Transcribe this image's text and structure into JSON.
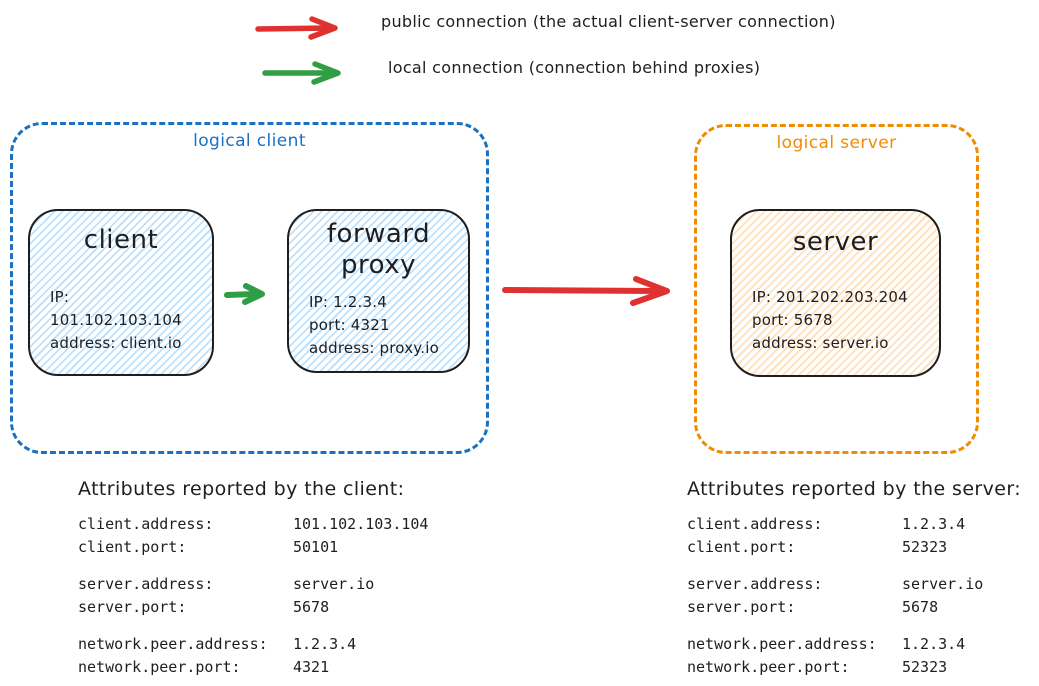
{
  "colors": {
    "public_arrow_red": "#e03131",
    "local_arrow_green": "#2f9e44",
    "logical_client_blue": "#1971c2",
    "logical_server_orange": "#f08c00",
    "ink": "#1e1e1e",
    "client_fill_blue": "#a5d8ff",
    "server_fill_orange": "#ffd8a8"
  },
  "legend": {
    "public": "public connection (the actual client-server connection)",
    "local": "local connection (connection behind proxies)"
  },
  "logical_client": {
    "label": "logical client",
    "client": {
      "title": "client",
      "lines": [
        "IP: 101.102.103.104",
        "address: client.io"
      ]
    },
    "proxy": {
      "title": "forward proxy",
      "lines": [
        "IP: 1.2.3.4",
        "port: 4321",
        "address: proxy.io"
      ]
    }
  },
  "logical_server": {
    "label": "logical server",
    "server": {
      "title": "server",
      "lines": [
        "IP: 201.202.203.204",
        "port: 5678",
        "address: server.io"
      ]
    }
  },
  "client_attributes": {
    "title": "Attributes reported by the client:",
    "groups": [
      [
        {
          "key": "client.address:",
          "value": "101.102.103.104"
        },
        {
          "key": "client.port:",
          "value": "50101"
        }
      ],
      [
        {
          "key": "server.address:",
          "value": "server.io"
        },
        {
          "key": "server.port:",
          "value": "5678"
        }
      ],
      [
        {
          "key": "network.peer.address:",
          "value": "1.2.3.4"
        },
        {
          "key": "network.peer.port:",
          "value": "4321"
        }
      ]
    ]
  },
  "server_attributes": {
    "title": "Attributes reported by the server:",
    "groups": [
      [
        {
          "key": "client.address:",
          "value": "1.2.3.4"
        },
        {
          "key": "client.port:",
          "value": "52323"
        }
      ],
      [
        {
          "key": "server.address:",
          "value": "server.io"
        },
        {
          "key": "server.port:",
          "value": "5678"
        }
      ],
      [
        {
          "key": "network.peer.address:",
          "value": "1.2.3.4"
        },
        {
          "key": "network.peer.port:",
          "value": "52323"
        }
      ]
    ]
  }
}
